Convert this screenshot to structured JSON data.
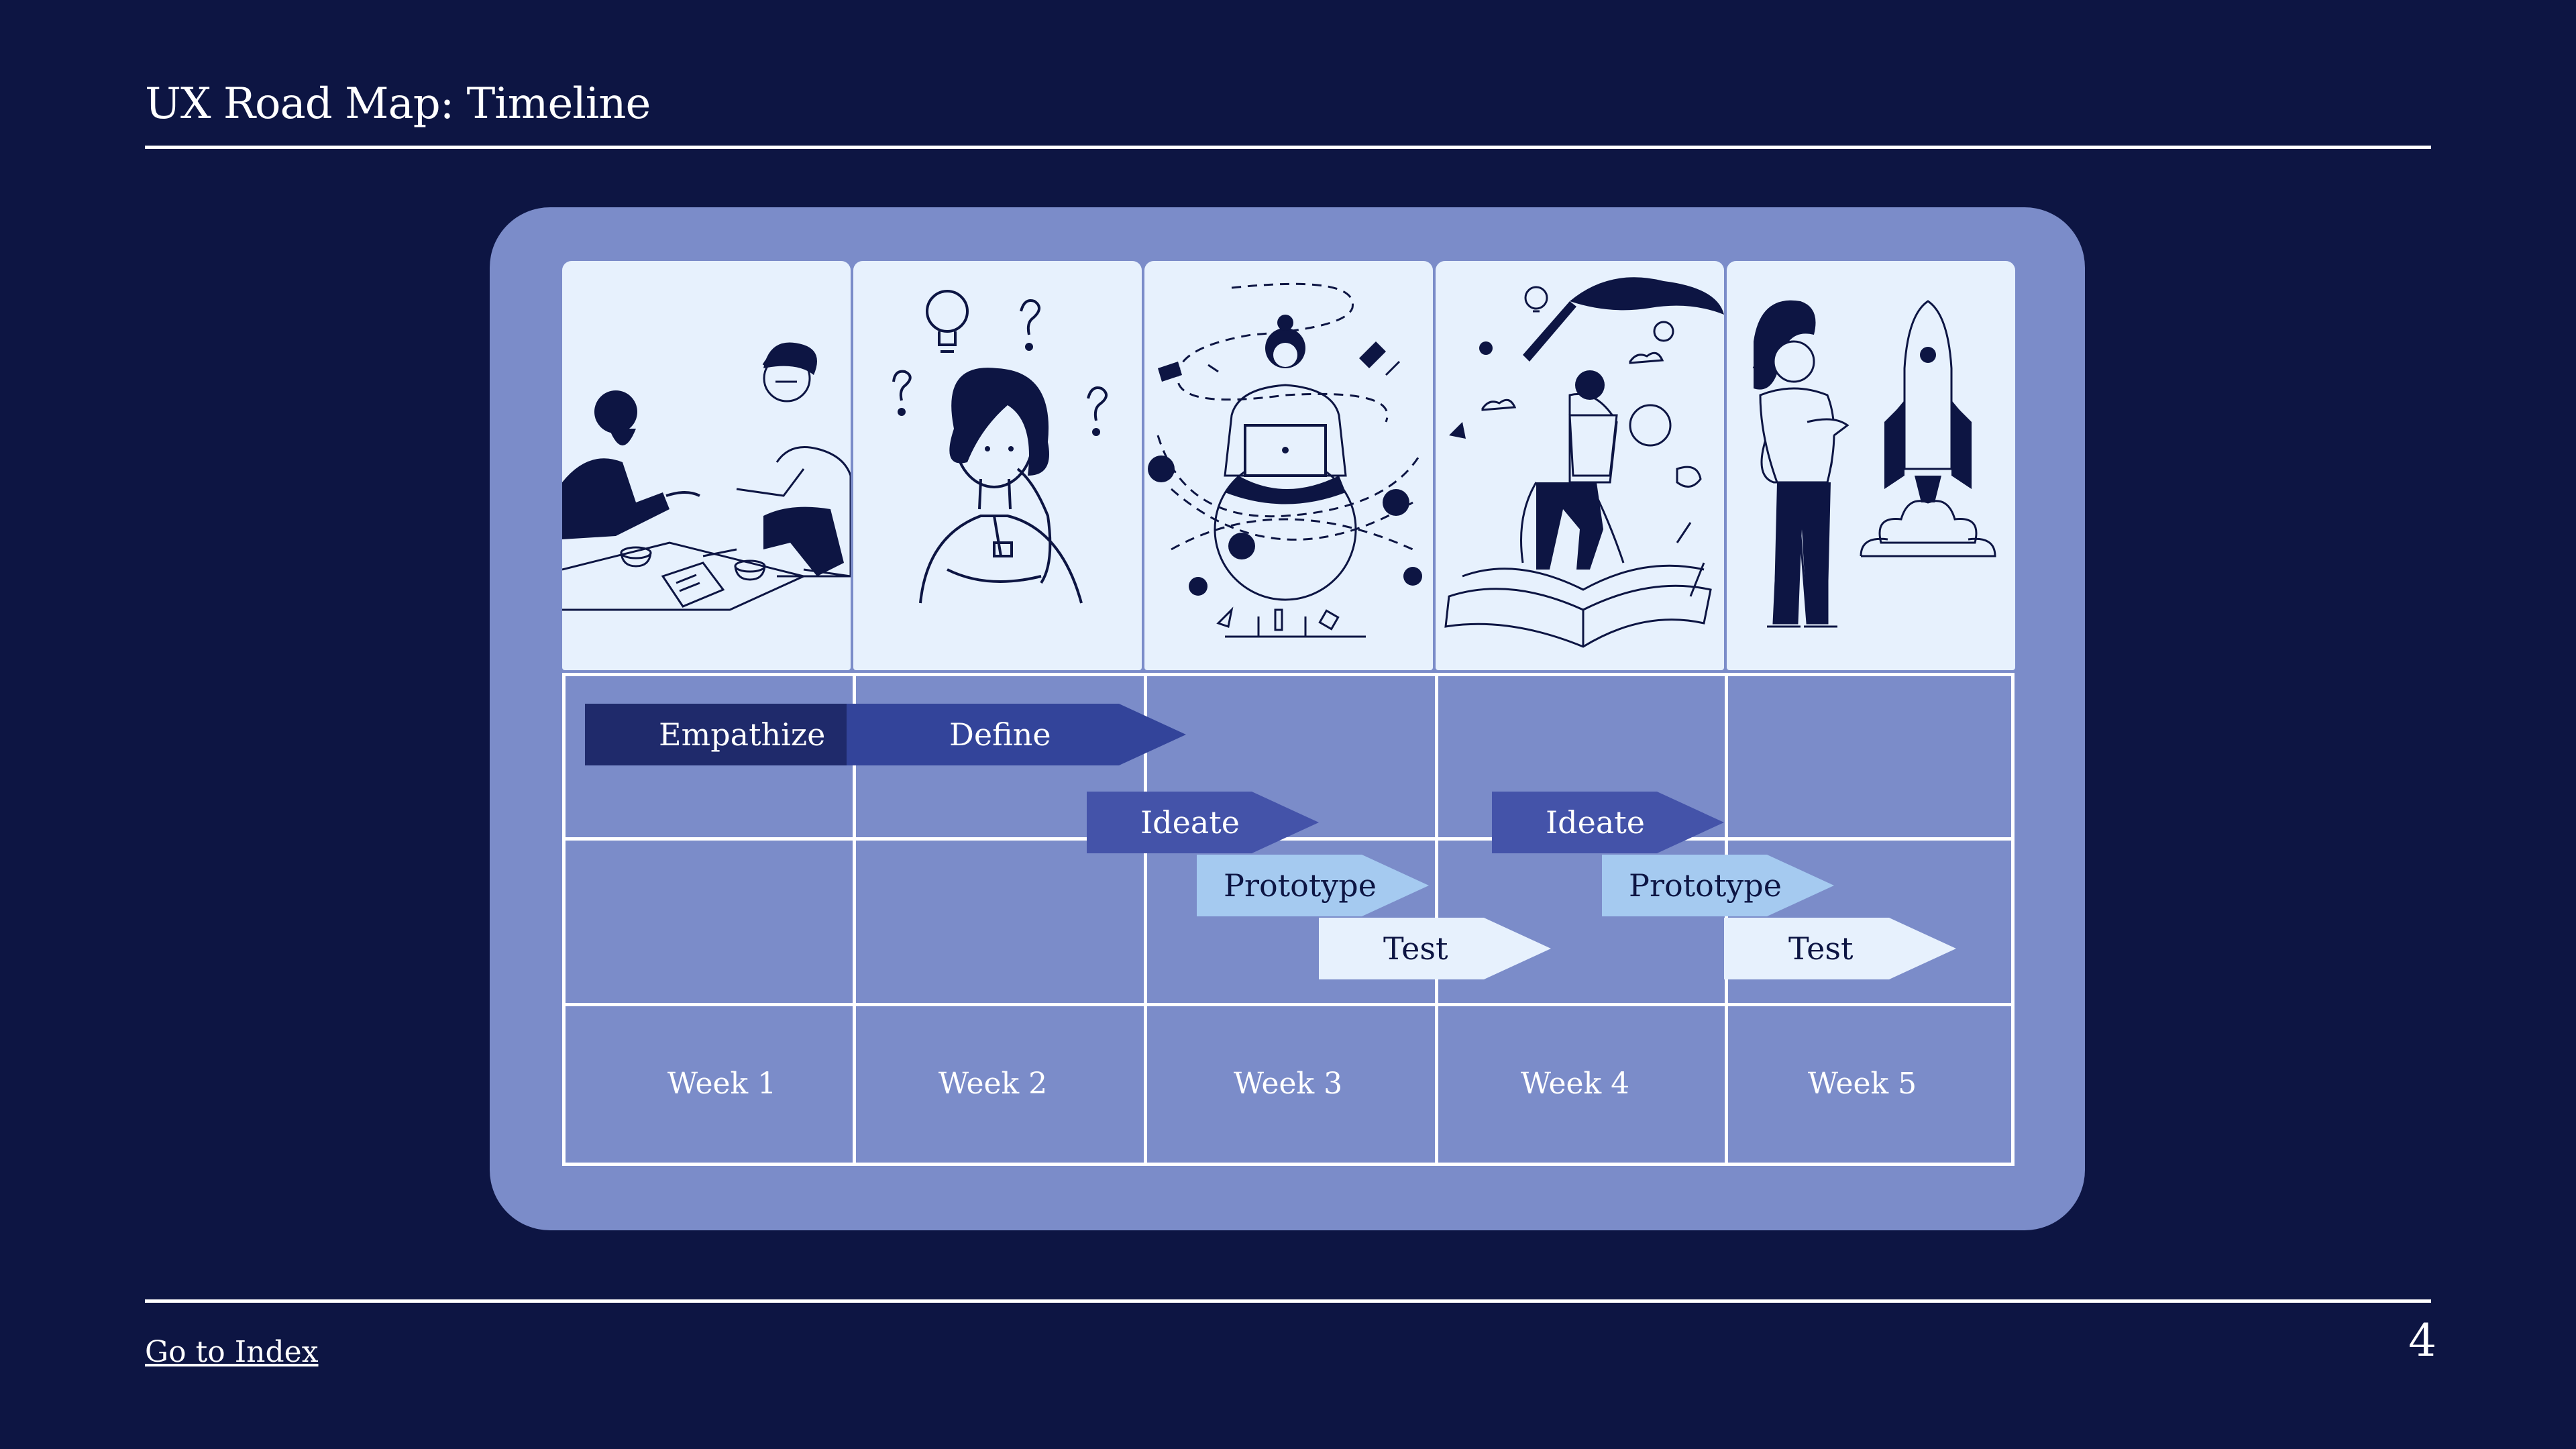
{
  "header": {
    "title": "UX Road Map: Timeline"
  },
  "footer": {
    "link_label": "Go to Index",
    "page_number": "4"
  },
  "roadmap": {
    "illustrations": [
      "handshake-meeting-illustration",
      "thinking-woman-illustration",
      "designer-with-laptop-illustration",
      "artist-painting-illustration",
      "rocket-launch-illustration"
    ],
    "phases": [
      {
        "label": "Empathize",
        "week_start": 1,
        "color": "#1f2a6b",
        "text_color": "#ffffff"
      },
      {
        "label": "Define",
        "week_start": 2,
        "color": "#33449a",
        "text_color": "#ffffff"
      },
      {
        "label": "Ideate",
        "week_start": 3,
        "color": "#4453a9",
        "text_color": "#ffffff"
      },
      {
        "label": "Prototype",
        "week_start": 3,
        "color": "#a5caf0",
        "text_color": "#0d1543"
      },
      {
        "label": "Test",
        "week_start": 3,
        "color": "#e7f1fd",
        "text_color": "#0d1543"
      },
      {
        "label": "Ideate",
        "week_start": 4,
        "color": "#4453a9",
        "text_color": "#ffffff"
      },
      {
        "label": "Prototype",
        "week_start": 4,
        "color": "#a5caf0",
        "text_color": "#0d1543"
      },
      {
        "label": "Test",
        "week_start": 5,
        "color": "#e7f1fd",
        "text_color": "#0d1543"
      }
    ],
    "weeks": [
      "Week 1",
      "Week 2",
      "Week 3",
      "Week 4",
      "Week 5"
    ]
  },
  "colors": {
    "background": "#0d1543",
    "panel": "#7b8cc9",
    "card": "#e7f1fd",
    "ink": "#0d1543"
  }
}
